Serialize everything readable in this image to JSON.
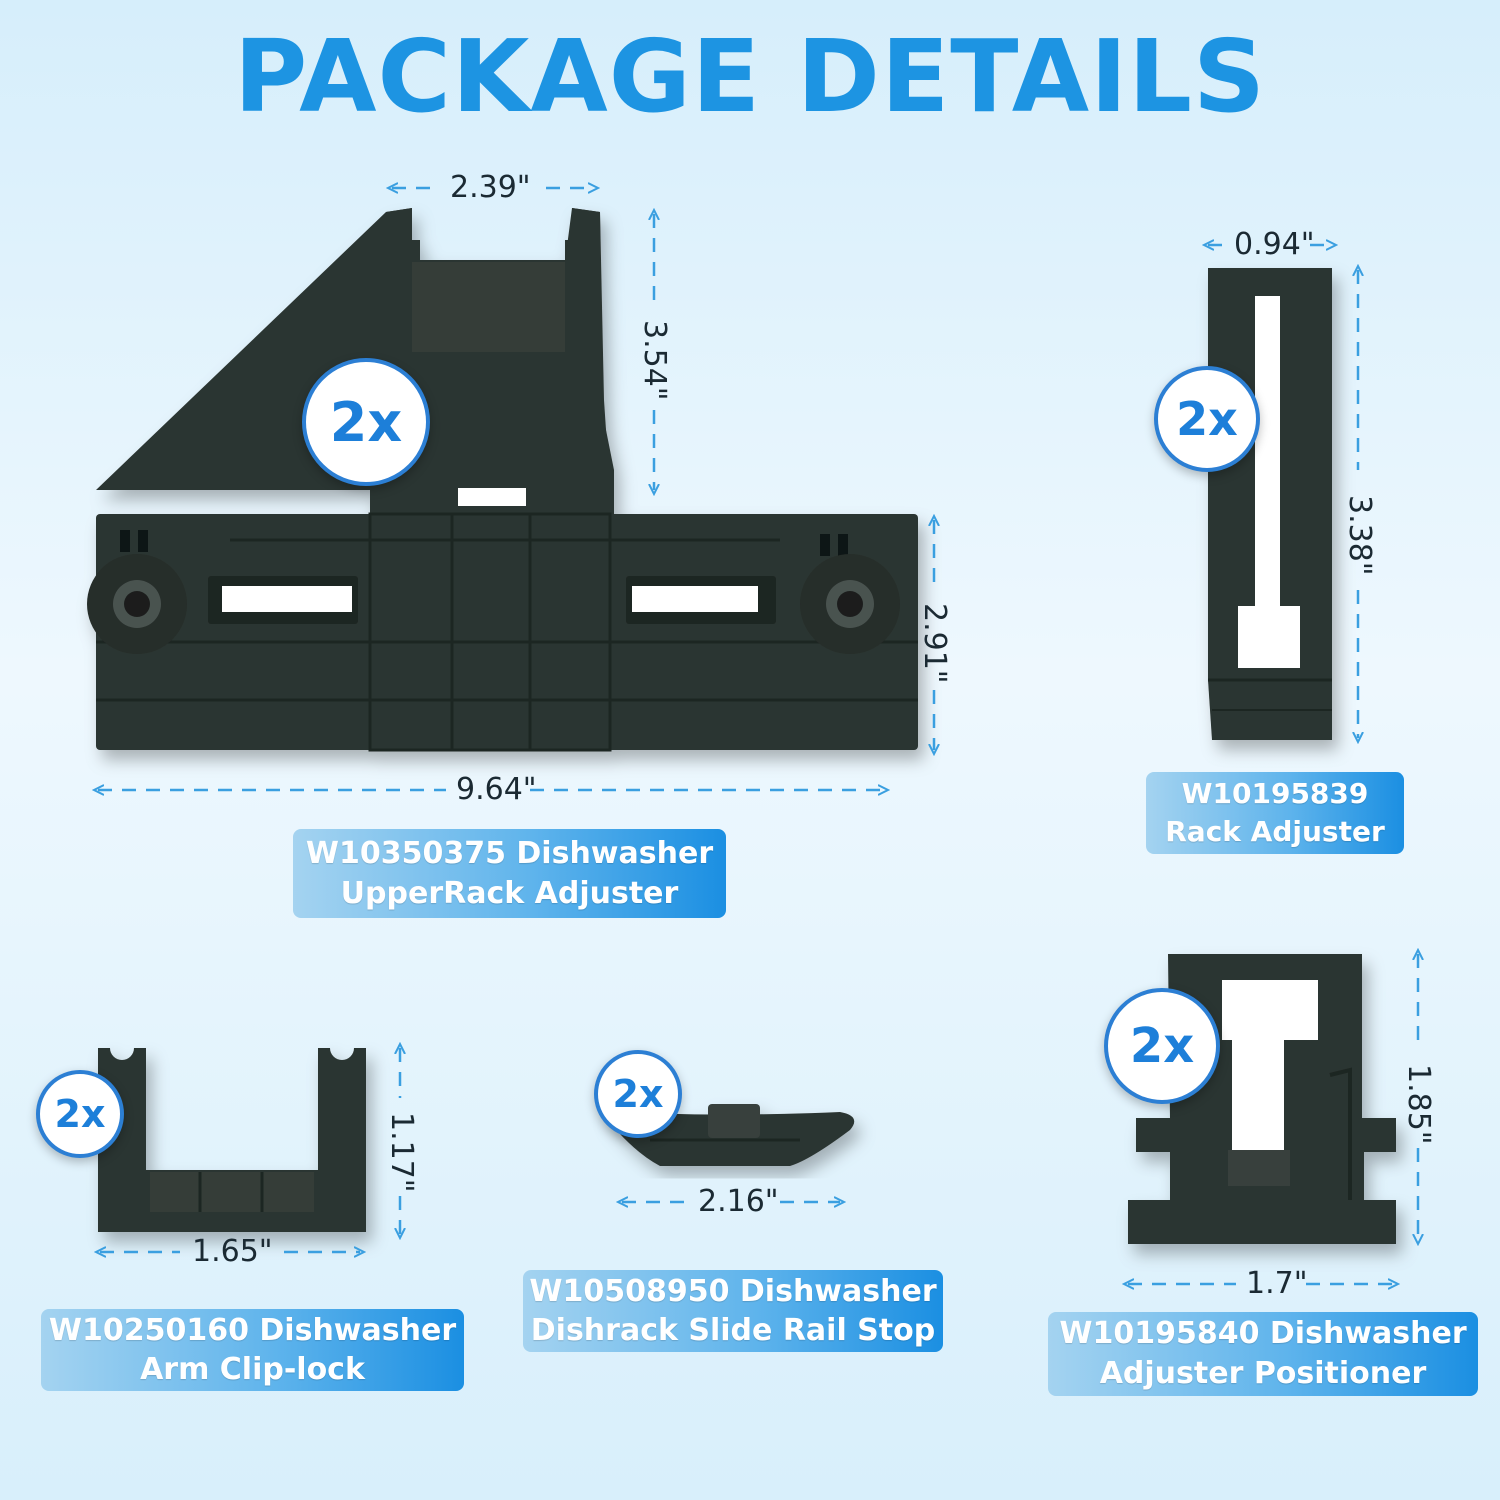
{
  "title": "PACKAGE DETAILS",
  "colors": {
    "accent": "#1d94e2",
    "part": "#2c3430",
    "dimension_line": "#3a9fe0",
    "label_gradient_end": "#1b8fe2"
  },
  "parts": [
    {
      "id": "upper-rack-adjuster",
      "quantity": "2x",
      "label_line1": "W10350375 Dishwasher",
      "label_line2": "UpperRack Adjuster",
      "dims": {
        "top_width": "2.39\"",
        "top_height": "3.54\"",
        "body_height": "2.91\"",
        "overall_width": "9.64\""
      }
    },
    {
      "id": "rack-adjuster",
      "quantity": "2x",
      "label_line1": "W10195839",
      "label_line2": "Rack Adjuster",
      "dims": {
        "width": "0.94\"",
        "height": "3.38\""
      }
    },
    {
      "id": "arm-clip-lock",
      "quantity": "2x",
      "label_line1": "W10250160 Dishwasher",
      "label_line2": "Arm Clip-lock",
      "dims": {
        "height": "1.17\"",
        "width": "1.65\""
      }
    },
    {
      "id": "slide-rail-stop",
      "quantity": "2x",
      "label_line1": "W10508950 Dishwasher",
      "label_line2": "Dishrack Slide Rail Stop",
      "dims": {
        "width": "2.16\""
      }
    },
    {
      "id": "adjuster-positioner",
      "quantity": "2x",
      "label_line1": "W10195840 Dishwasher",
      "label_line2": "Adjuster Positioner",
      "dims": {
        "height": "1.85\"",
        "width": "1.7\""
      }
    }
  ]
}
